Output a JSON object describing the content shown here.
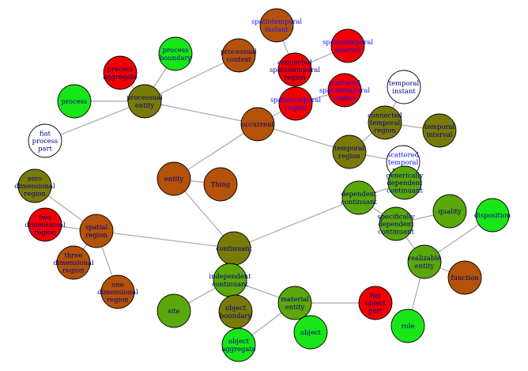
{
  "colors": {
    "bright_green": "#19e619",
    "green": "#5aa80a",
    "olive": "#7a7a08",
    "brown": "#b35208",
    "red": "#f00000",
    "white": "#ffffff",
    "label_dark": "#000080",
    "label_blue": "#1010ff"
  },
  "nodes": [
    {
      "id": "spatiotemporal_instant",
      "lines": [
        "spatiotemporal",
        "instant"
      ],
      "fill": "brown",
      "label_color": "label_blue"
    },
    {
      "id": "process_boundary",
      "lines": [
        "process",
        "boundary"
      ],
      "fill": "bright_green",
      "label_color": "label_dark"
    },
    {
      "id": "processual_context",
      "lines": [
        "processual",
        "context"
      ],
      "fill": "brown",
      "label_color": "label_dark"
    },
    {
      "id": "spatiotemporal_interval",
      "lines": [
        "spatiotemporal",
        "interval"
      ],
      "fill": "red",
      "label_color": "label_blue"
    },
    {
      "id": "process_aggregate",
      "lines": [
        "process",
        "aggregate"
      ],
      "fill": "red",
      "label_color": "label_dark"
    },
    {
      "id": "connected_spatiotemporal_region",
      "lines": [
        "connected",
        "spatiotemporal",
        "region"
      ],
      "fill": "red",
      "label_color": "label_dark"
    },
    {
      "id": "temporal_instant",
      "lines": [
        "temporal",
        "instant"
      ],
      "fill": "white",
      "label_color": "label_dark"
    },
    {
      "id": "process",
      "lines": [
        "process"
      ],
      "fill": "bright_green",
      "label_color": "label_dark"
    },
    {
      "id": "processual_entity",
      "lines": [
        "processual",
        "entity"
      ],
      "fill": "olive",
      "label_color": "label_dark"
    },
    {
      "id": "spatiotemporal_region",
      "lines": [
        "spatiotemporal",
        "region"
      ],
      "fill": "red",
      "label_color": "label_blue"
    },
    {
      "id": "scattered_spatiotemporal_region",
      "lines": [
        "scattered",
        "spatiotemporal",
        "region"
      ],
      "fill": "red",
      "label_color": "label_blue"
    },
    {
      "id": "connected_temporal_region",
      "lines": [
        "connected",
        "temporal",
        "region"
      ],
      "fill": "olive",
      "label_color": "label_dark"
    },
    {
      "id": "occurrent",
      "lines": [
        "occurrent"
      ],
      "fill": "brown",
      "label_color": "label_dark"
    },
    {
      "id": "temporal_interval",
      "lines": [
        "temporal",
        "interval"
      ],
      "fill": "olive",
      "label_color": "label_dark"
    },
    {
      "id": "fiat_process_part",
      "lines": [
        "fiat",
        "process",
        "part"
      ],
      "fill": "white",
      "label_color": "label_dark"
    },
    {
      "id": "temporal_region",
      "lines": [
        "temporal",
        "region"
      ],
      "fill": "olive",
      "label_color": "label_dark"
    },
    {
      "id": "scattered_temporal_region",
      "lines": [
        "scattered",
        "temporal",
        "region"
      ],
      "fill": "white",
      "label_color": "label_blue"
    },
    {
      "id": "zero_dimensional_region",
      "lines": [
        "zero",
        "dimensional",
        "region"
      ],
      "fill": "olive",
      "label_color": "label_dark"
    },
    {
      "id": "entity",
      "lines": [
        "entity"
      ],
      "fill": "brown",
      "label_color": "label_dark"
    },
    {
      "id": "thing",
      "lines": [
        "Thing"
      ],
      "fill": "brown",
      "label_color": "label_dark"
    },
    {
      "id": "generically_dependent_continuant",
      "lines": [
        "generically",
        "dependent",
        "continuant"
      ],
      "fill": "green",
      "label_color": "label_dark"
    },
    {
      "id": "dependent_continuant",
      "lines": [
        "dependent",
        "continuant"
      ],
      "fill": "green",
      "label_color": "label_dark"
    },
    {
      "id": "quality",
      "lines": [
        "quality"
      ],
      "fill": "green",
      "label_color": "label_dark"
    },
    {
      "id": "disposition",
      "lines": [
        "disposition"
      ],
      "fill": "bright_green",
      "label_color": "label_dark"
    },
    {
      "id": "two_dimensional_region",
      "lines": [
        "two",
        "dimensional",
        "region"
      ],
      "fill": "red",
      "label_color": "label_dark"
    },
    {
      "id": "spatial_region",
      "lines": [
        "spatial",
        "region"
      ],
      "fill": "brown",
      "label_color": "label_dark"
    },
    {
      "id": "specifically_dependent_continuant",
      "lines": [
        "specifically",
        "dependent",
        "continuant"
      ],
      "fill": "green",
      "label_color": "label_dark"
    },
    {
      "id": "continuant",
      "lines": [
        "continuant"
      ],
      "fill": "olive",
      "label_color": "label_dark"
    },
    {
      "id": "three_dimensional_region",
      "lines": [
        "three",
        "dimensional",
        "region"
      ],
      "fill": "brown",
      "label_color": "label_dark"
    },
    {
      "id": "realizable_entity",
      "lines": [
        "realizable",
        "entity"
      ],
      "fill": "green",
      "label_color": "label_dark"
    },
    {
      "id": "function",
      "lines": [
        "function"
      ],
      "fill": "brown",
      "label_color": "label_dark"
    },
    {
      "id": "independent_continuant",
      "lines": [
        "independent",
        "continuant"
      ],
      "fill": "green",
      "label_color": "label_dark"
    },
    {
      "id": "one_dimensional_region",
      "lines": [
        "one",
        "dimensional",
        "region"
      ],
      "fill": "brown",
      "label_color": "label_dark"
    },
    {
      "id": "site",
      "lines": [
        "site"
      ],
      "fill": "green",
      "label_color": "label_dark"
    },
    {
      "id": "object_boundary",
      "lines": [
        "object",
        "boundary"
      ],
      "fill": "olive",
      "label_color": "label_dark"
    },
    {
      "id": "material_entity",
      "lines": [
        "material",
        "entity"
      ],
      "fill": "green",
      "label_color": "label_dark"
    },
    {
      "id": "fiat_object_part",
      "lines": [
        "fiat",
        "object",
        "part"
      ],
      "fill": "red",
      "label_color": "label_dark"
    },
    {
      "id": "object",
      "lines": [
        "object"
      ],
      "fill": "bright_green",
      "label_color": "label_dark"
    },
    {
      "id": "role",
      "lines": [
        "role"
      ],
      "fill": "bright_green",
      "label_color": "label_dark"
    },
    {
      "id": "object_aggregate",
      "lines": [
        "object",
        "aggregate"
      ],
      "fill": "bright_green",
      "label_color": "label_dark"
    }
  ],
  "edges": [
    [
      "thing",
      "entity"
    ],
    [
      "entity",
      "occurrent"
    ],
    [
      "entity",
      "continuant"
    ],
    [
      "occurrent",
      "processual_entity"
    ],
    [
      "occurrent",
      "spatiotemporal_region"
    ],
    [
      "occurrent",
      "temporal_region"
    ],
    [
      "processual_entity",
      "process"
    ],
    [
      "processual_entity",
      "process_boundary"
    ],
    [
      "processual_entity",
      "processual_context"
    ],
    [
      "processual_entity",
      "process_aggregate"
    ],
    [
      "processual_entity",
      "fiat_process_part"
    ],
    [
      "spatiotemporal_region",
      "connected_spatiotemporal_region"
    ],
    [
      "spatiotemporal_region",
      "scattered_spatiotemporal_region"
    ],
    [
      "connected_spatiotemporal_region",
      "spatiotemporal_instant"
    ],
    [
      "connected_spatiotemporal_region",
      "spatiotemporal_interval"
    ],
    [
      "temporal_region",
      "connected_temporal_region"
    ],
    [
      "temporal_region",
      "scattered_temporal_region"
    ],
    [
      "connected_temporal_region",
      "temporal_instant"
    ],
    [
      "connected_temporal_region",
      "temporal_interval"
    ],
    [
      "continuant",
      "dependent_continuant"
    ],
    [
      "continuant",
      "spatial_region"
    ],
    [
      "continuant",
      "independent_continuant"
    ],
    [
      "dependent_continuant",
      "generically_dependent_continuant"
    ],
    [
      "dependent_continuant",
      "specifically_dependent_continuant"
    ],
    [
      "specifically_dependent_continuant",
      "quality"
    ],
    [
      "specifically_dependent_continuant",
      "realizable_entity"
    ],
    [
      "realizable_entity",
      "disposition"
    ],
    [
      "realizable_entity",
      "function"
    ],
    [
      "realizable_entity",
      "role"
    ],
    [
      "spatial_region",
      "zero_dimensional_region"
    ],
    [
      "spatial_region",
      "two_dimensional_region"
    ],
    [
      "spatial_region",
      "three_dimensional_region"
    ],
    [
      "spatial_region",
      "one_dimensional_region"
    ],
    [
      "independent_continuant",
      "site"
    ],
    [
      "independent_continuant",
      "object_boundary"
    ],
    [
      "independent_continuant",
      "material_entity"
    ],
    [
      "material_entity",
      "fiat_object_part"
    ],
    [
      "material_entity",
      "object"
    ],
    [
      "material_entity",
      "object_aggregate"
    ]
  ]
}
